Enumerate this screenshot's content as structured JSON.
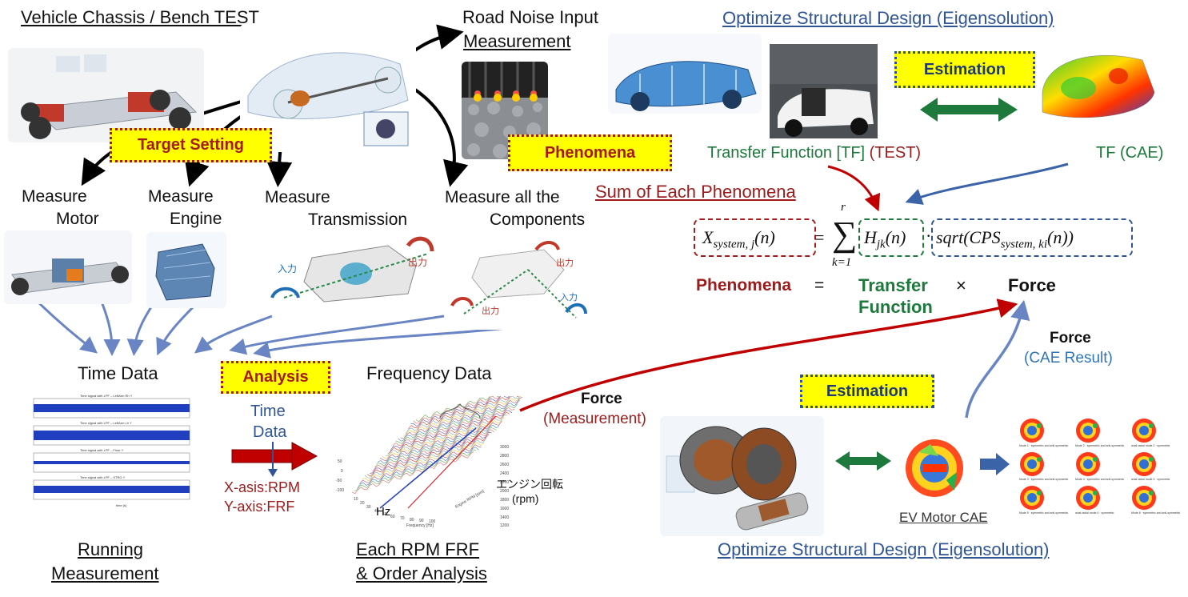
{
  "titles": {
    "chassis": "Vehicle Chassis / Bench TEST",
    "road_noise_1": "Road Noise Input",
    "road_noise_2": "Measurement",
    "optimize_top": "Optimize Structural Design (Eigensolution)",
    "optimize_bottom": "Optimize Structural Design (Eigensolution)"
  },
  "tags": {
    "target_setting": "Target Setting",
    "phenomena": "Phenomena",
    "estimation_top": "Estimation",
    "estimation_bottom": "Estimation",
    "analysis": "Analysis"
  },
  "measure": {
    "motor_1": "Measure",
    "motor_2": "Motor",
    "engine_1": "Measure",
    "engine_2": "Engine",
    "trans_1": "Measure",
    "trans_2": "Transmission",
    "all_1": "Measure all the",
    "all_2": "Components"
  },
  "gearbox_labels": {
    "input": "入力",
    "output": "出力",
    "output2": "出力",
    "output3": "出力",
    "input2": "入力"
  },
  "transfer": {
    "tf_test_prefix": "Transfer Function [TF]",
    "tf_test_suffix": "(TEST)",
    "tf_cae": "TF (CAE)"
  },
  "equation": {
    "sum_title": "Sum of Each Phenomena",
    "lhs": "X",
    "lhs_sub": "system, j",
    "lhs_arg": "(n)",
    "equals": "=",
    "sum_top": "r",
    "sum_bottom": "k=1",
    "h": "H",
    "h_sub": "jk",
    "h_arg": "(n)",
    "dot": "·",
    "sqrt": "sqrt(CPS",
    "sqrt_sub": "system, ki",
    "sqrt_arg": "(n))",
    "word_phenomena": "Phenomena",
    "word_equals": "=",
    "word_transfer_1": "Transfer",
    "word_transfer_2": "Function",
    "word_times": "×",
    "word_force": "Force"
  },
  "force_cae": {
    "title": "Force",
    "sub": "(CAE Result)"
  },
  "force_meas": {
    "title": "Force",
    "sub": "(Measurement)"
  },
  "time_data": {
    "title": "Time Data",
    "plot_titles": [
      "Time signal with LPF – LeftArm Rh Y",
      "Time signal with LPF – LeftArm Lh Y",
      "Time signal with LPF – Floor Y",
      "Time signal with LPF – STRG Y"
    ],
    "xaxis": "time [s]"
  },
  "analysis_block": {
    "time_1": "Time",
    "time_2": "Data",
    "x_axis": "X-asis:RPM",
    "y_axis": "Y-axis:FRF"
  },
  "freq_data": {
    "title": "Frequency Data",
    "hz": "Hz",
    "engine": "エンジン回転",
    "rpm": "(rpm)",
    "xaxis": "Frequency [Hz]",
    "yaxis": "Engine RPM [rpm]",
    "rpm_ticks": [
      "3000",
      "2800",
      "2600",
      "2400",
      "2200",
      "2000",
      "1800",
      "1600",
      "1400",
      "1200"
    ],
    "freq_ticks": [
      "10",
      "20",
      "30",
      "40",
      "50",
      "60",
      "70",
      "80",
      "90",
      "100"
    ],
    "db_ticks": [
      "50",
      "0",
      "-50",
      "-100"
    ]
  },
  "bottom": {
    "running_1": "Running",
    "running_2": "Measurement",
    "each_1": "Each RPM FRF",
    "each_2": "& Order Analysis",
    "ev_motor": "EV Motor CAE"
  },
  "mode_labels": [
    "Mode 1 · symmetric and anti-symmetric",
    "Mode 2 · symmetric and anti-symmetric",
    "axial radial mode 2 · symmetric",
    "Mode 3 · symmetric and anti-symmetric",
    "Mode 4 · symmetric and anti-symmetric",
    "axial radial mode 3 · symmetric",
    "Mode 5 · symmetric and anti-symmetric",
    "axial radial mode 4 · symmetric",
    "Mode 6 · symmetric and anti-symmetric"
  ],
  "colors": {
    "title_blue": "#2f5597",
    "dark_red": "#9b1c1c",
    "green": "#1e7a3c",
    "light_blue": "#2e75b6",
    "tag_yellow": "#ffff00",
    "arrow_blue": "#6a85c4",
    "arrow_red": "#c00000"
  },
  "icons": [
    "chassis-photo",
    "car-cutaway-photo",
    "tire-road-photo",
    "car-body-photo",
    "anechoic-room-photo",
    "car-heatmap",
    "motor-photo",
    "engine-photo",
    "gearbox-diagram",
    "component-diagram",
    "ev-motor-photo",
    "motor-heatmap",
    "mode-shape-grid"
  ]
}
